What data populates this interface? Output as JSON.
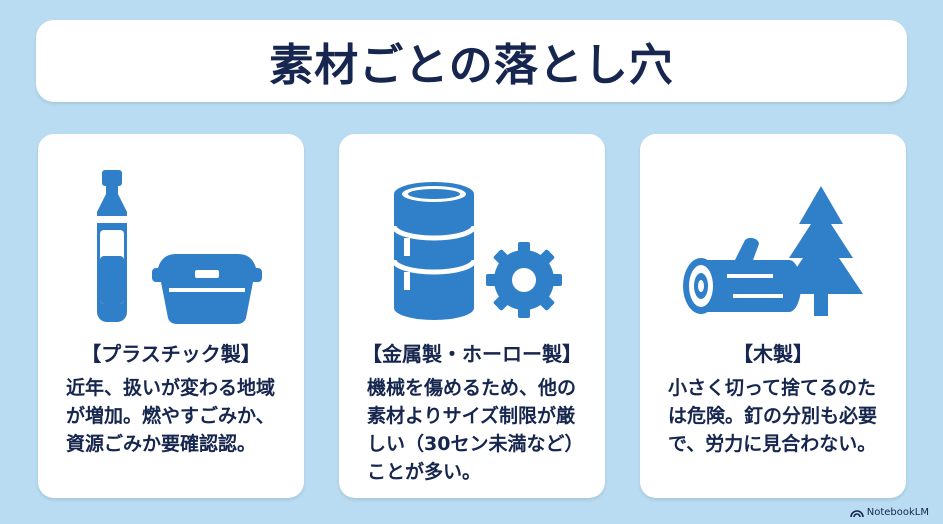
{
  "title": "素材ごとの落とし穴",
  "colors": {
    "background": "#b9dcf2",
    "card": "#ffffff",
    "icon_blue": "#2f80c8",
    "text_navy": "#16264e"
  },
  "cards": [
    {
      "icons": [
        "plastic-bottle-icon",
        "food-container-icon"
      ],
      "heading": "【プラスチック製】",
      "body": "近年、扱いが変わる地域が増加。燃やすごみか、資源ごみか要確認認。"
    },
    {
      "icons": [
        "metal-can-icon",
        "gear-icon"
      ],
      "heading": "【金属製・ホーロー製】",
      "body": "機械を傷めるため、他の素材よりサイズ制限が厳しい（30セン未満など）ことが多い。"
    },
    {
      "icons": [
        "wood-log-icon",
        "tree-icon"
      ],
      "heading": "【木製】",
      "body": "小さく切って捨てるのたは危険。釘の分別も必要で、労力に見合わない。"
    }
  ],
  "watermark": "NotebookLM"
}
